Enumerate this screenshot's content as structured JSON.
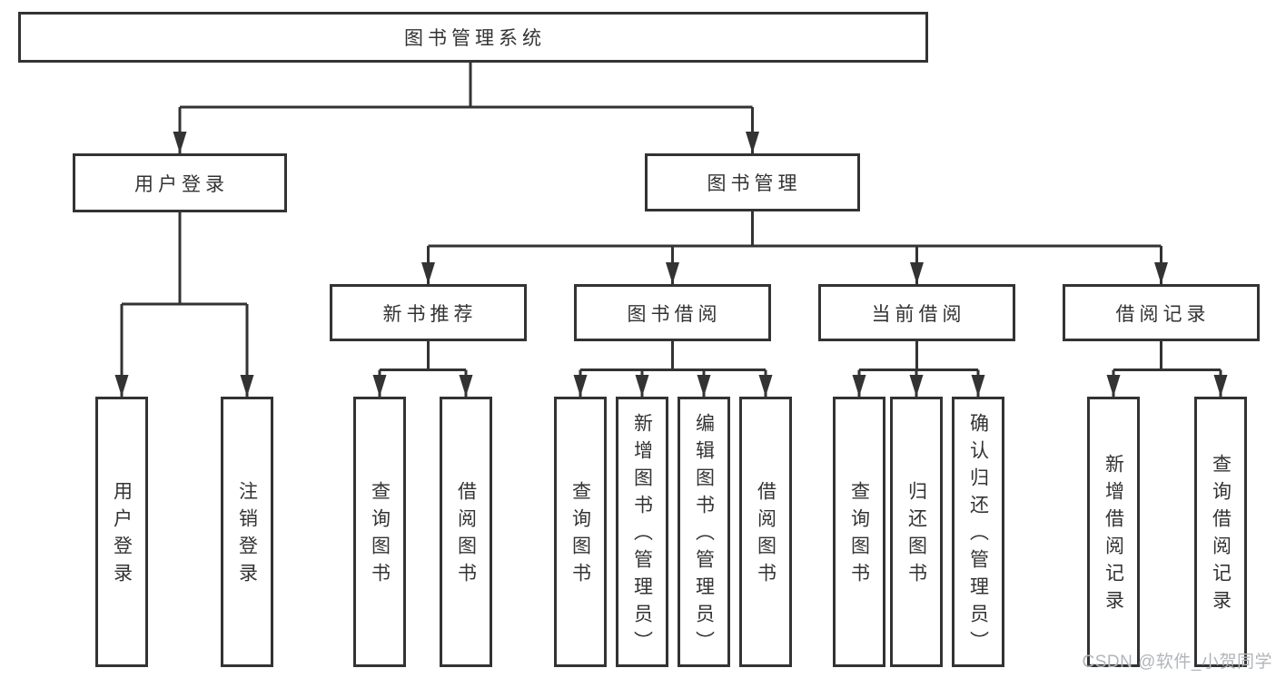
{
  "diagram": {
    "root": {
      "label": "图书管理系统",
      "children": [
        {
          "label": "用户登录",
          "children": [
            {
              "label": "用户登录"
            },
            {
              "label": "注销登录"
            }
          ]
        },
        {
          "label": "图书管理",
          "children": [
            {
              "label": "新书推荐",
              "children": [
                {
                  "label": "查询图书"
                },
                {
                  "label": "借阅图书"
                }
              ]
            },
            {
              "label": "图书借阅",
              "children": [
                {
                  "label": "查询图书"
                },
                {
                  "label": "新增图书（管理员）"
                },
                {
                  "label": "编辑图书（管理员）"
                },
                {
                  "label": "借阅图书"
                }
              ]
            },
            {
              "label": "当前借阅",
              "children": [
                {
                  "label": "查询图书"
                },
                {
                  "label": "归还图书"
                },
                {
                  "label": "确认归还（管理员）"
                }
              ]
            },
            {
              "label": "借阅记录",
              "children": [
                {
                  "label": "新增借阅记录"
                },
                {
                  "label": "查询借阅记录"
                }
              ]
            }
          ]
        }
      ]
    }
  },
  "watermark": {
    "text": "CSDN @软件_小贺同学"
  },
  "colors": {
    "line": "#333333",
    "box_border": "#333333",
    "text": "#333333",
    "watermark": "#b1b5bb",
    "background": "#ffffff"
  }
}
